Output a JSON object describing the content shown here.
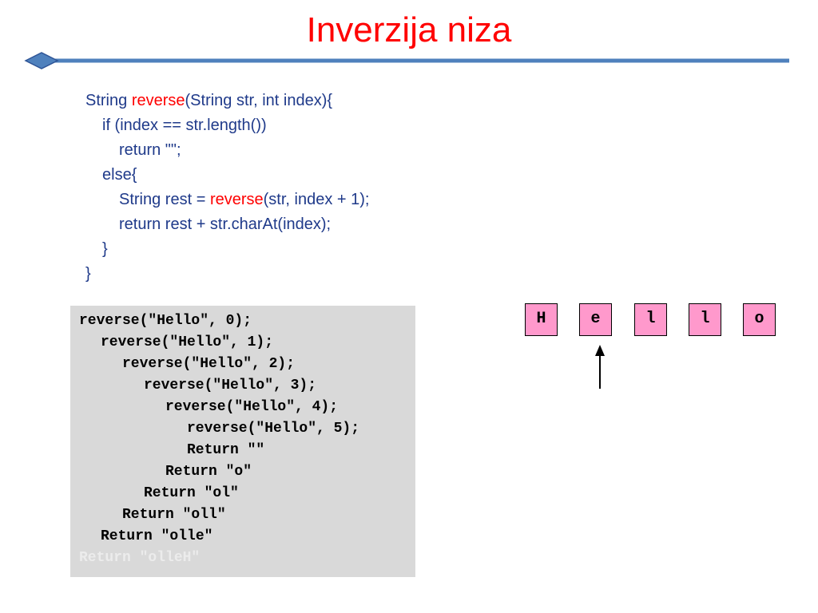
{
  "slide": {
    "title": "Inverzija niza",
    "accent_color": "#ff0000",
    "line_color": "#4f81bd"
  },
  "code": {
    "l1_a": "String ",
    "l1_fn": "reverse",
    "l1_b": "(String str, int index){",
    "l2": "if (index == str.length())",
    "l3": "return \"\";",
    "l4": "else{",
    "l5_a": "String rest = ",
    "l5_fn": "reverse",
    "l5_b": "(str, index + 1);",
    "l6": "return rest + str.charAt(index);",
    "l7": "}",
    "l8": "}"
  },
  "trace": {
    "lines": [
      "reverse(\"Hello\", 0);",
      "reverse(\"Hello\", 1);",
      "reverse(\"Hello\", 2);",
      "reverse(\"Hello\", 3);",
      "reverse(\"Hello\", 4);",
      "reverse(\"Hello\", 5);",
      "Return \"\"",
      "Return \"o\"",
      "Return \"ol\"",
      "Return \"oll\"",
      "Return \"olle\"",
      "Return \"olleH\""
    ],
    "highlight_color": "#d9d9d9"
  },
  "array": {
    "cells": [
      "H",
      "e",
      "l",
      "l",
      "o"
    ],
    "cell_color": "#ff99cc",
    "pointer_index": 1
  }
}
